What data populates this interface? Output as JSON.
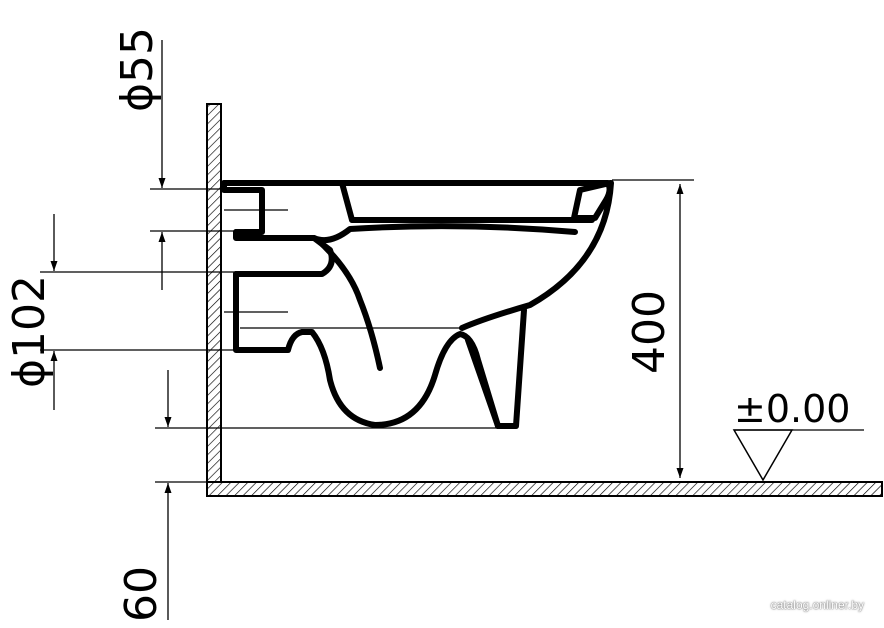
{
  "dimensions": {
    "inlet_diameter": "ϕ55",
    "outlet_diameter": "ϕ102",
    "height": "400",
    "floor_level": "±0.00",
    "base_offset": "60"
  },
  "watermark": "catalog.onliner.by"
}
